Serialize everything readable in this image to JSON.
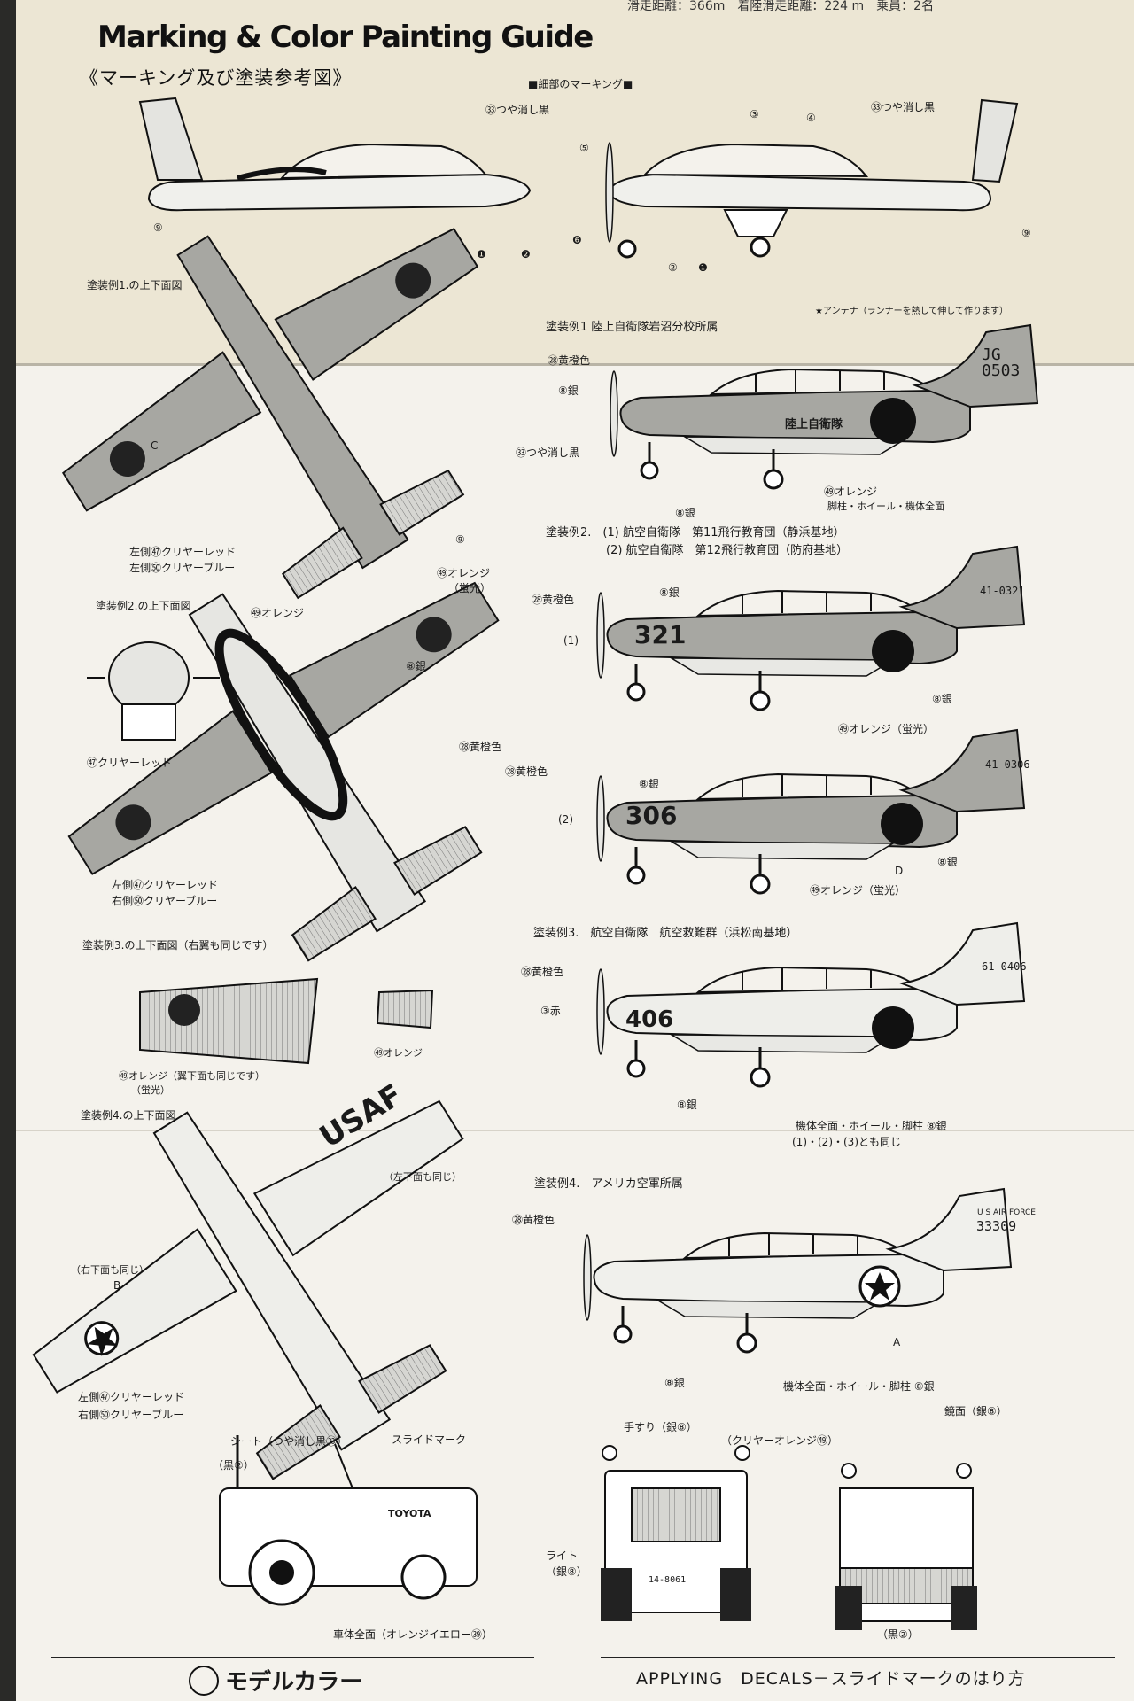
{
  "header": {
    "specs": "滑走距離：366m　着陸滑走距離：224 m　乗員：2名",
    "title": "Marking & Color Painting Guide",
    "subtitle": "《マーキング及び塗装参考図》",
    "detail_markings": "■細部のマーキング■"
  },
  "top": {
    "matte_black_left": "㉝つや消し黒",
    "matte_black_right": "㉝つや消し黒",
    "nums": [
      "⑨",
      "❶",
      "❷",
      "❻",
      "⑤",
      "③",
      "④",
      "②",
      "❶",
      "⑨"
    ]
  },
  "scheme1": {
    "plan_label": "塗装例1.の上下面図",
    "title": "塗装例1 陸上自衛隊岩沼分校所属",
    "antenna": "★アンテナ（ランナーを熱して伸して作ります）",
    "yellow_orange": "㉘黄橙色",
    "silver": "⑧銀",
    "matte_black": "㉝つや消し黒",
    "orange": "㊾オレンジ",
    "gear_note": "脚柱・ホイール・機体全面",
    "silver2": "⑧銀",
    "fuselage_text": "陸上自衛隊",
    "tail_code": "JG\n0503",
    "left_red": "左側㊼クリヤーレッド",
    "left_blue": "左側㊿クリヤーブルー",
    "letter_c": "C",
    "num_9": "⑨"
  },
  "scheme2": {
    "title": "塗装例2.　(1) 航空自衛隊　第11飛行教育団（静浜基地）",
    "title2": "(2) 航空自衛隊　第12飛行教育団（防府基地）",
    "plan_label": "塗装例2.の上下面図",
    "orange_fl": "㊾オレンジ",
    "fl": "（蛍光）",
    "orange": "㊾オレンジ",
    "silver": "⑧銀",
    "yellow_orange": "㉘黄橙色",
    "clear_red": "㊼クリヤーレッド",
    "left_red": "左側㊼クリヤーレッド",
    "right_blue": "右側㊿クリヤーブルー",
    "p1_yellow": "㉘黄橙色",
    "p1_silver": "⑧銀",
    "p1_num": "(1)",
    "p1_code": "321",
    "p1_tail": "41-0321",
    "p1_orange": "㊾オレンジ（蛍光）",
    "p1_silver2": "⑧銀",
    "p2_yellow": "㉘黄橙色",
    "p2_silver": "⑧銀",
    "p2_num": "(2)",
    "p2_code": "306",
    "p2_tail": "41-0306",
    "p2_orange": "㊾オレンジ（蛍光）",
    "p2_silver2": "⑧銀",
    "letter_d": "D"
  },
  "scheme3": {
    "plan_label": "塗装例3.の上下面図（右翼も同じです）",
    "title": "塗装例3.　航空自衛隊　航空救難群（浜松南基地）",
    "yellow_orange": "㉘黄橙色",
    "red": "③赤",
    "code": "406",
    "tail": "61-0406",
    "silver": "⑧銀",
    "orange_wing": "㊾オレンジ（翼下面も同じです）",
    "fl": "（蛍光）",
    "orange_tail": "㊾オレンジ",
    "note1": "機体全面・ホイール・脚柱 ⑧銀",
    "note2": "(1)・(2)・(3)とも同じ"
  },
  "scheme4": {
    "plan_label": "塗装例4.の上下面図",
    "title": "塗装例4.　アメリカ空軍所属",
    "usaf": "USAF",
    "lower_left_same": "（左下面も同じ）",
    "lower_right_same": "（右下面も同じ）",
    "letter_b": "B",
    "left_red": "左側㊼クリヤーレッド",
    "right_blue": "右側㊿クリヤーブルー",
    "yellow_orange": "㉘黄橙色",
    "tail_top": "U S AIR FORCE",
    "tail_num": "33309",
    "silver": "⑧銀",
    "note": "機体全面・ホイール・脚柱 ⑧銀",
    "letter_a": "A"
  },
  "tug": {
    "seat": "シート（つや消し黒㉝）",
    "slide": "スライドマーク",
    "black": "（黒②）",
    "toyota": "TOYOTA",
    "body": "車体全面（オレンジイエロー㊴）",
    "rail": "手すり（銀⑧）",
    "clear_orange": "（クリヤーオレンジ㊾）",
    "mirror": "鏡面（銀⑧）",
    "light": "ライト",
    "light_silver": "（銀⑧）",
    "black2": "（黒②）",
    "plate": "14-8061"
  },
  "footer": {
    "brand": "モデルカラー",
    "decals": "APPLYING　DECALS－スライドマークのはり方"
  },
  "colors": {
    "paper": "#f4f2ec",
    "band": "#ece6d4",
    "ink": "#1a1a1a",
    "gray": "#a7a7a2",
    "lightgray": "#cfcfca"
  }
}
